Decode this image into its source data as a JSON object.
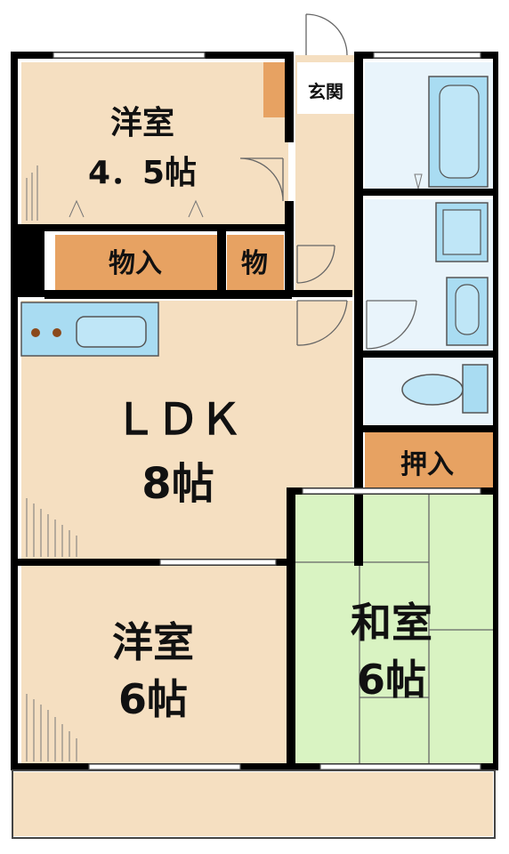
{
  "rooms": {
    "western_small": {
      "name": "洋室",
      "size": "4．5帖"
    },
    "storage_wide": {
      "name": "物入"
    },
    "storage_small": {
      "name": "物"
    },
    "entrance": {
      "name": "玄関"
    },
    "ldk": {
      "name": "ＬＤＫ",
      "size": "8帖"
    },
    "closet": {
      "name": "押入"
    },
    "western_large": {
      "name": "洋室",
      "size": "6帖"
    },
    "japanese": {
      "name": "和室",
      "size": "6帖"
    }
  },
  "colors": {
    "room_floor": "#f5dfc1",
    "storage": "#e7a262",
    "bathroom": "#e9f4fb",
    "fixture": "#a9dcf2",
    "tatami": "#d9f3c2",
    "wall": "#000000"
  }
}
